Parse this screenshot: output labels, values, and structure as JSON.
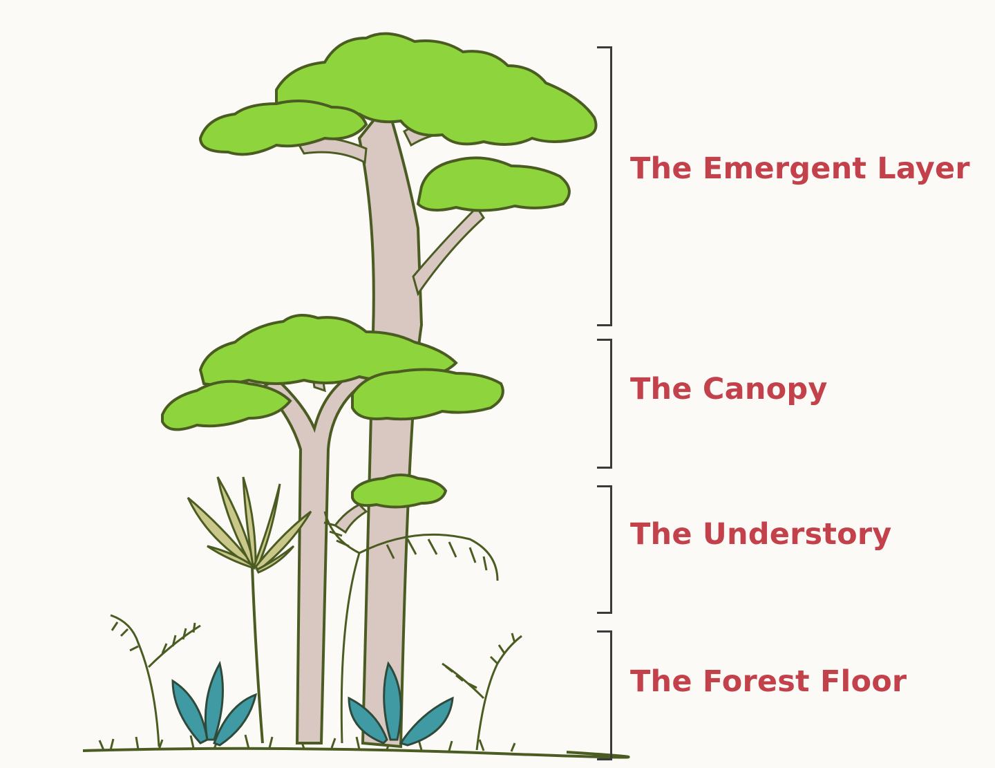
{
  "layers": [
    {
      "label": "The Emergent Layer"
    },
    {
      "label": "The Canopy"
    },
    {
      "label": "The Understory"
    },
    {
      "label": "The Forest Floor"
    }
  ],
  "colors": {
    "label": "#c3414b",
    "bracket": "#3a3a3a",
    "foliage": "#8ed43c",
    "outline": "#4b5c22",
    "trunk": "#d9c7c2",
    "leaf_teal": "#3f9aa3",
    "background": "#fbfaf7"
  }
}
